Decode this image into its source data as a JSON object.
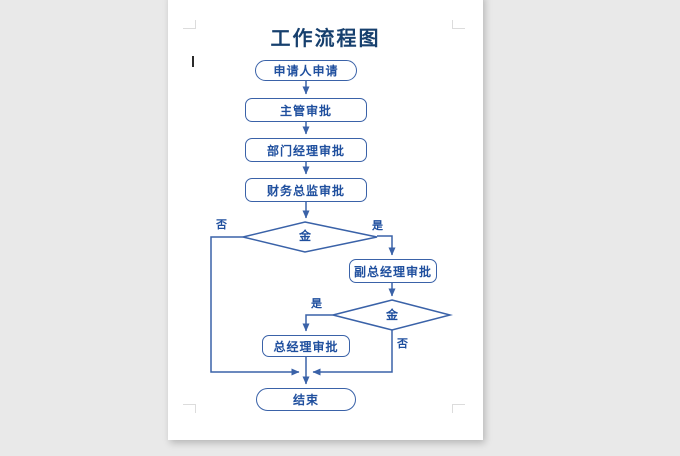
{
  "document": {
    "title": "工作流程图"
  },
  "flowchart": {
    "nodes": [
      {
        "id": "start",
        "type": "stadium",
        "label": "申请人申请"
      },
      {
        "id": "supervisor-approval",
        "type": "rect",
        "label": "主管审批"
      },
      {
        "id": "dept-manager-approval",
        "type": "rect",
        "label": "部门经理审批"
      },
      {
        "id": "finance-director-approval",
        "type": "rect",
        "label": "财务总监审批"
      },
      {
        "id": "decision-1",
        "type": "diamond",
        "label": "金"
      },
      {
        "id": "vice-gm-approval",
        "type": "rect",
        "label": "副总经理审批"
      },
      {
        "id": "decision-2",
        "type": "diamond",
        "label": "金"
      },
      {
        "id": "gm-approval",
        "type": "rect",
        "label": "总经理审批"
      },
      {
        "id": "end",
        "type": "stadium",
        "label": "结束"
      }
    ],
    "branch_labels": {
      "decision1_no": "否",
      "decision1_yes": "是",
      "decision2_yes": "是",
      "decision2_no": "否"
    }
  },
  "colors": {
    "canvas_background": "#e9e9e9",
    "page_background": "#ffffff",
    "flow_line": "#3a62a8",
    "flow_text": "#1f4f9e",
    "title_text": "#17406e"
  }
}
